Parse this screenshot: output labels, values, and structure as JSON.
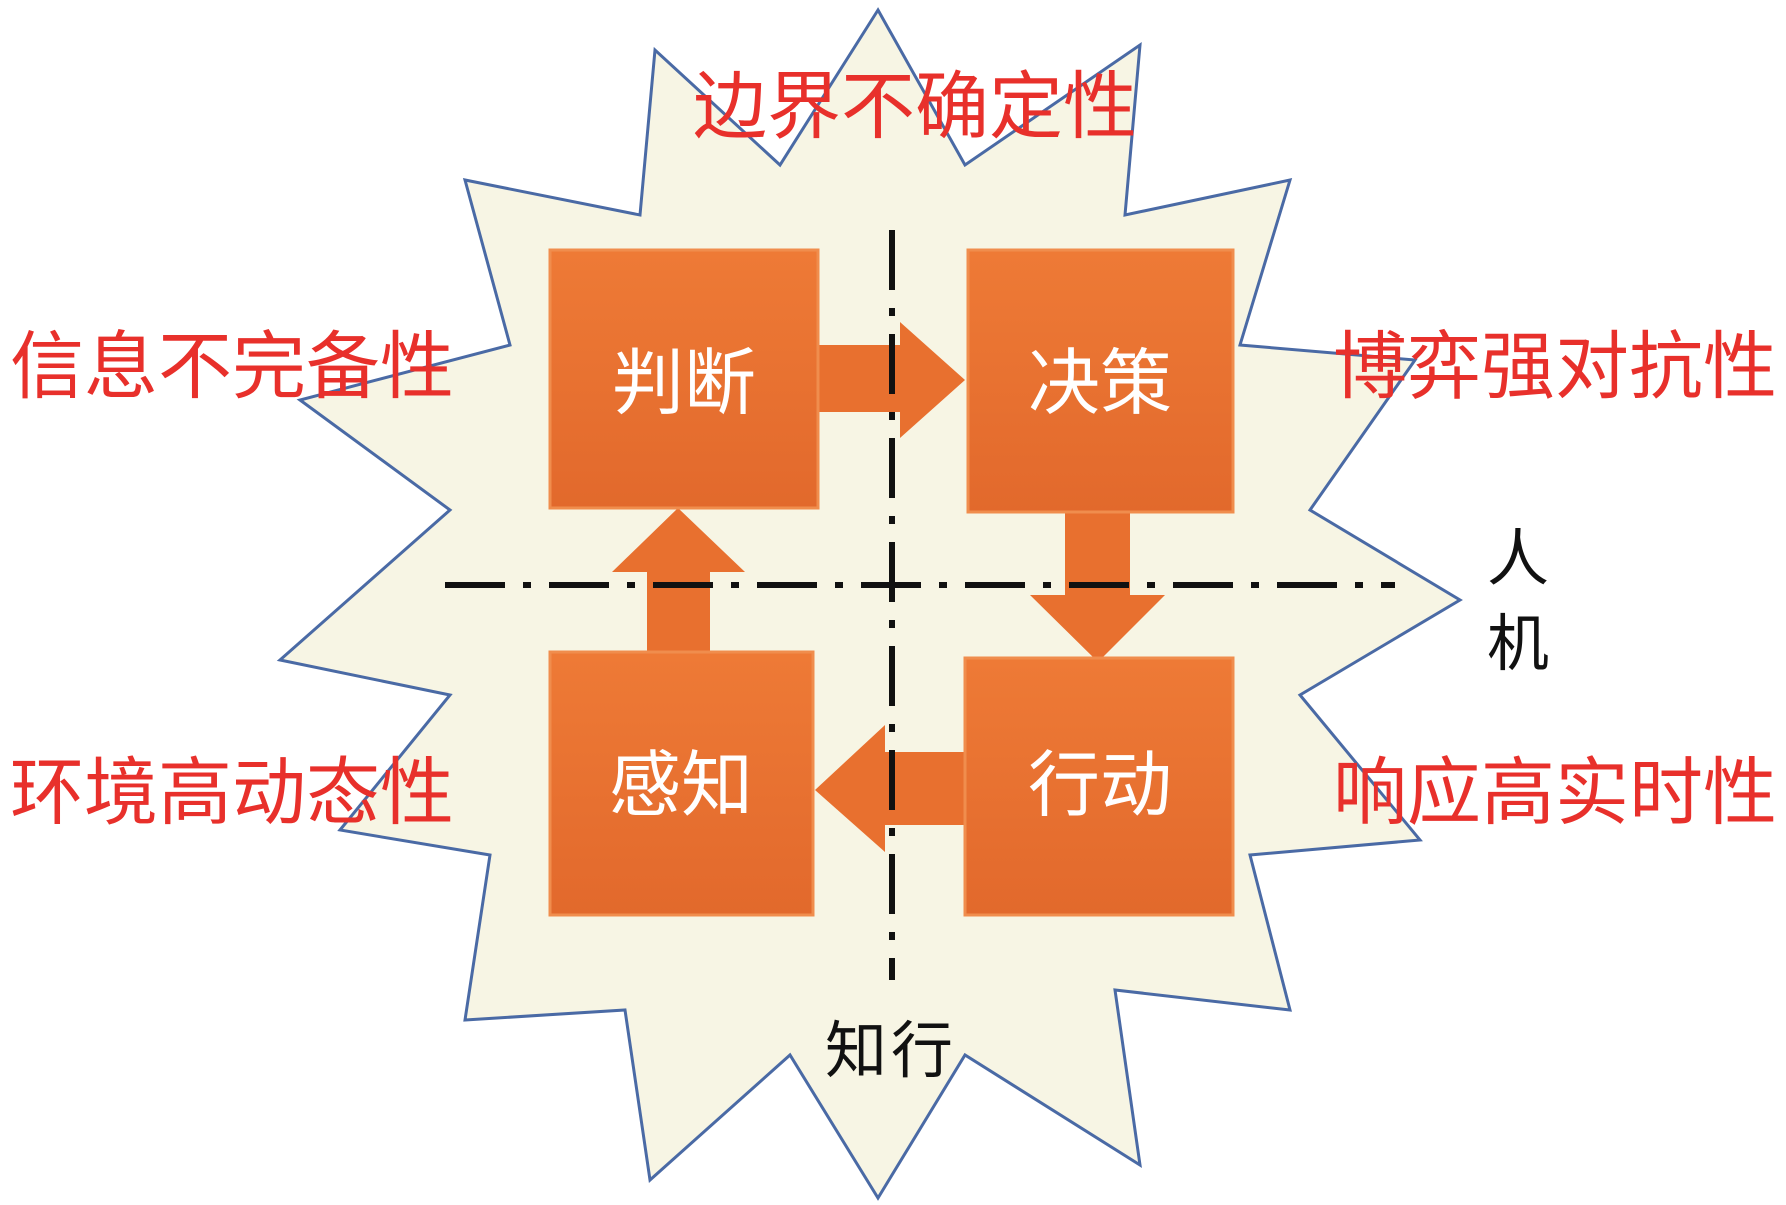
{
  "boxes": {
    "judge": "判断",
    "decide": "决策",
    "perceive": "感知",
    "act": "行动"
  },
  "features": {
    "top": "边界不确定性",
    "upper_left": "信息不完备性",
    "upper_right": "博弈强对抗性",
    "lower_left": "环境高动态性",
    "lower_right": "响应高实时性"
  },
  "axes": {
    "human": "人",
    "machine": "机",
    "knowing": "知",
    "doing": "行"
  },
  "colors": {
    "star_fill": "#f7f5e4",
    "star_stroke": "#4a6aa5",
    "box_fill": "#e66e2e",
    "feature_text": "#e8302b"
  }
}
